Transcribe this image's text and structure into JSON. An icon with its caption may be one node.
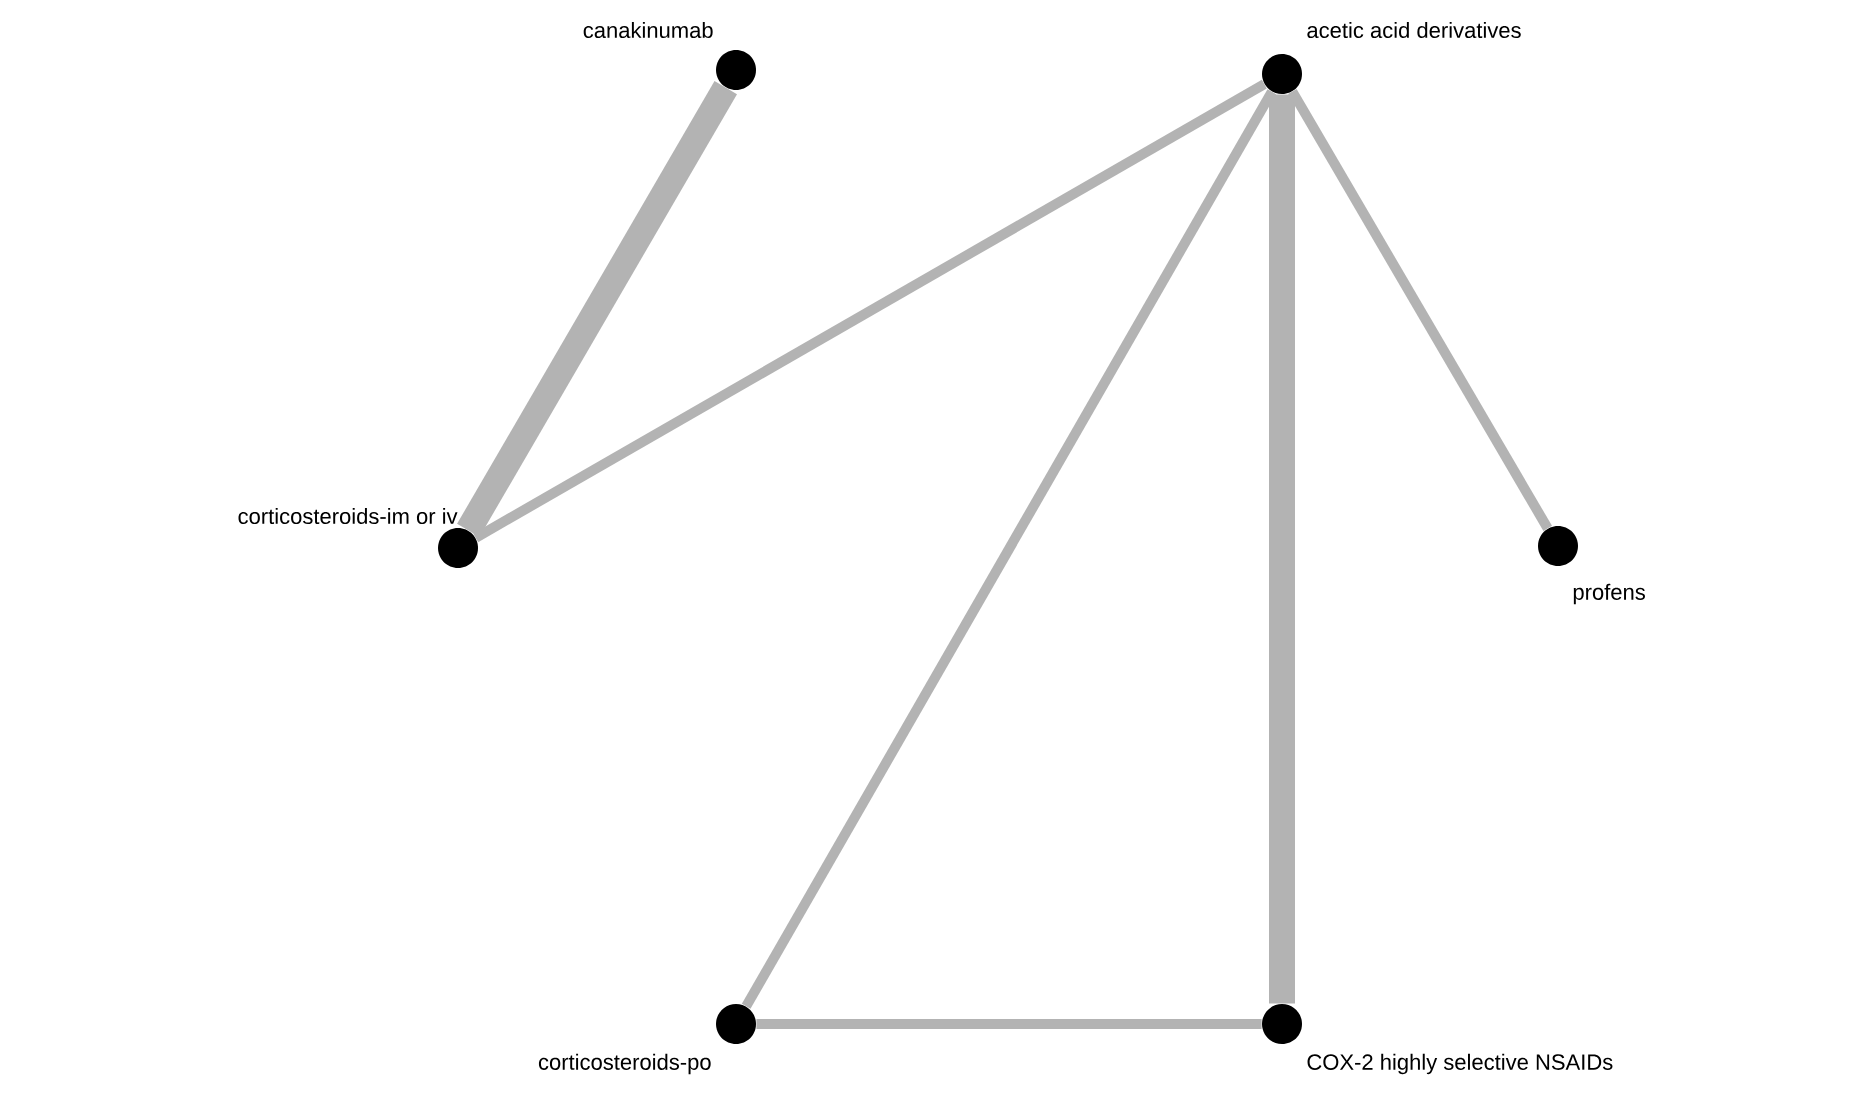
{
  "diagram": {
    "nodes": [
      {
        "text": [
          "canakinumab"
        ]
      },
      {
        "text": [
          "acetic acid derivatives"
        ]
      },
      {
        "text": [
          "corticosteroids-im or iv"
        ]
      },
      {
        "text": [
          "profens"
        ]
      },
      {
        "text": [
          "corticosteroids-po"
        ]
      },
      {
        "text": [
          "COX-2 highly selective NSAIDs"
        ]
      }
    ],
    "edges": [
      {
        "from": 0,
        "to": 2,
        "arrow": "none",
        "style": "thick"
      },
      {
        "from": 2,
        "to": 1,
        "arrow": "none"
      },
      {
        "from": 1,
        "to": 4,
        "arrow": "none"
      },
      {
        "from": 1,
        "to": 5,
        "arrow": "none",
        "style": "thick"
      },
      {
        "from": 1,
        "to": 3,
        "arrow": "none"
      },
      {
        "from": 4,
        "to": 5,
        "arrow": "none"
      }
    ]
  }
}
